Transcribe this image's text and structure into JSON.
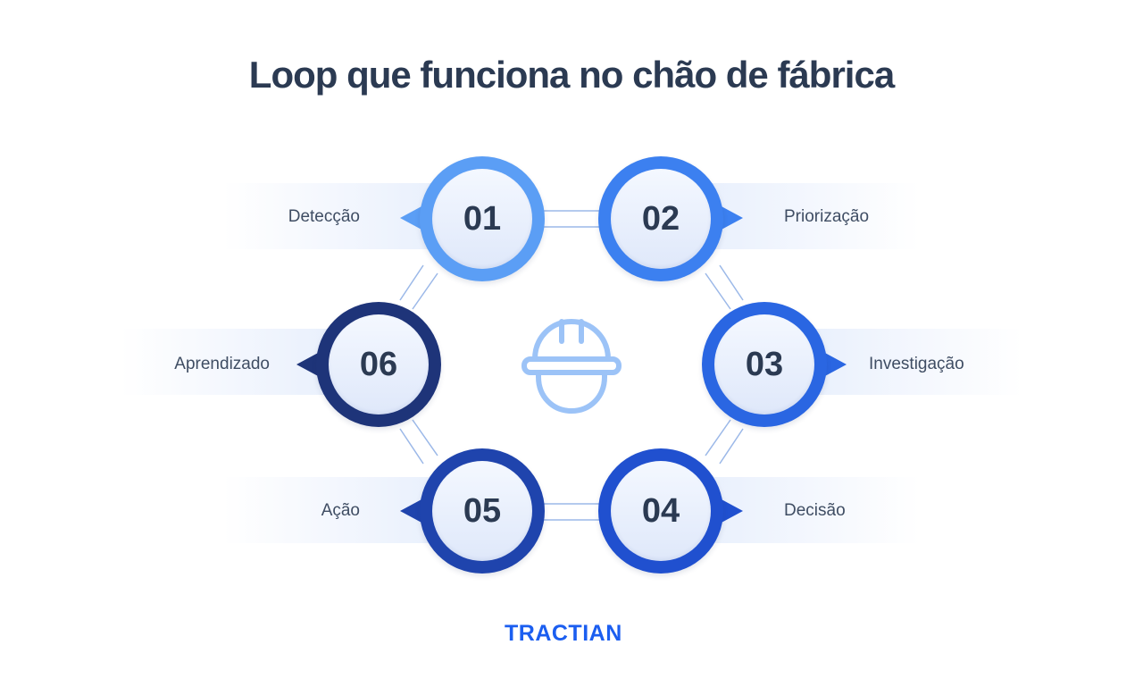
{
  "title": "Loop que funciona no chão de fábrica",
  "steps": [
    {
      "number": "01",
      "label": "Detecção",
      "color": "#5b9ef5"
    },
    {
      "number": "02",
      "label": "Priorização",
      "color": "#3c80f0"
    },
    {
      "number": "03",
      "label": "Investigação",
      "color": "#2a66e2"
    },
    {
      "number": "04",
      "label": "Decisão",
      "color": "#2050cf"
    },
    {
      "number": "05",
      "label": "Ação",
      "color": "#1f44ad"
    },
    {
      "number": "06",
      "label": "Aprendizado",
      "color": "#1e3479"
    }
  ],
  "center_icon": "hard-hat-worker-icon",
  "logo": {
    "text": "TRACTIAN",
    "color": "#1b5ef0"
  },
  "colors": {
    "title": "#2b3a52",
    "connector": "#9bb8e8",
    "center_icon": "#9cc3f7"
  }
}
